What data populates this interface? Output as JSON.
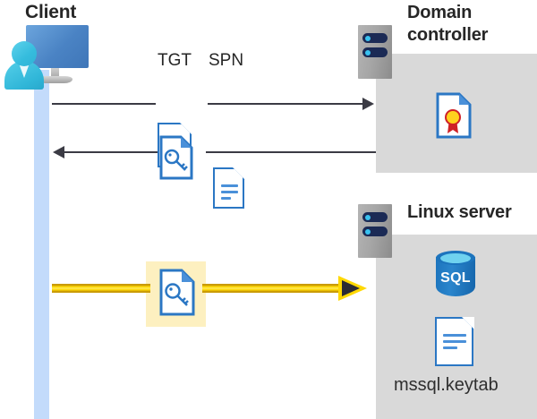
{
  "diagram": {
    "title": "Kerberos authentication flow between client, domain controller and Linux server",
    "background": "#ffffff",
    "accent_yellow": "#ffd800",
    "accent_blue": "#2b77c4",
    "panel_gray": "#d9d9d9",
    "line_gray": "#3b3b44",
    "lifeline_blue": "#c3dbfb",
    "highlight_bg": "#fdf0c0"
  },
  "actors": {
    "client": {
      "title": "Client",
      "icon": "desktop-user-icon"
    },
    "domain_controller": {
      "title_line1": "Domain",
      "title_line2": "controller",
      "server_icon": "server-rack-icon",
      "contents": [
        {
          "icon": "certificate-icon",
          "label": ""
        }
      ]
    },
    "linux_server": {
      "title": "Linux server",
      "server_icon": "server-rack-icon",
      "contents": [
        {
          "icon": "sql-database-icon",
          "label": "SQL"
        },
        {
          "icon": "keytab-document-icon",
          "label": "mssql.keytab"
        }
      ]
    }
  },
  "messages": [
    {
      "id": "request",
      "direction": "right",
      "style": "gray",
      "from": "client",
      "to": "domain_controller",
      "payload_icons": [
        {
          "name": "tgt-document-icon",
          "label": "TGT"
        },
        {
          "name": "spn-document-icon",
          "label": "SPN"
        }
      ]
    },
    {
      "id": "response",
      "direction": "left",
      "style": "gray",
      "from": "domain_controller",
      "to": "client",
      "payload_icons": [
        {
          "name": "key-document-icon",
          "label": ""
        }
      ]
    },
    {
      "id": "service-ticket",
      "direction": "right",
      "style": "yellow-highlight",
      "from": "client",
      "to": "linux_server",
      "payload_icons": [
        {
          "name": "key-document-icon",
          "label": ""
        }
      ]
    }
  ],
  "labels": {
    "tgt": "TGT",
    "spn": "SPN",
    "sql": "SQL",
    "keytab_file": "mssql.keytab"
  }
}
